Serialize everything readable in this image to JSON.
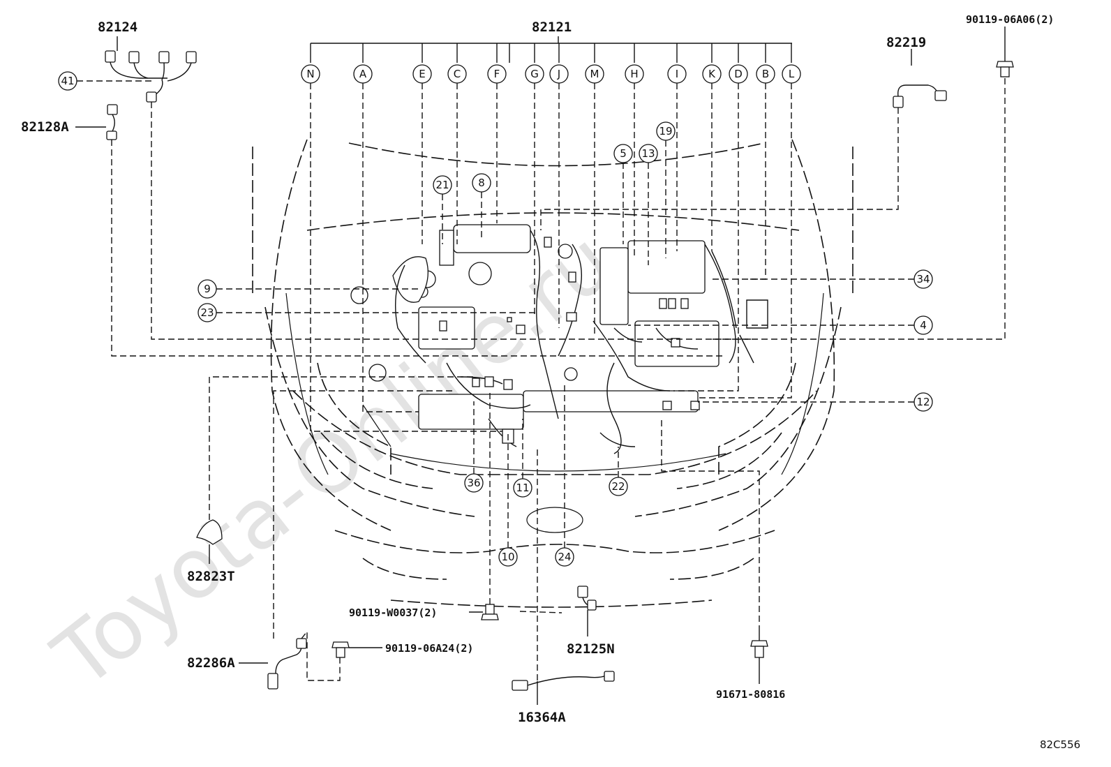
{
  "watermark": "Toyota-Online.ru",
  "diagram_code": "82C556",
  "part_numbers": {
    "main_harness": "82121",
    "harness_82124": "82124",
    "wire_82128A": "82128A",
    "wire_82219": "82219",
    "bolt_90119_06A06": "90119-06A06(2)",
    "clamp_82823T": "82823T",
    "bolt_90119_W0037": "90119-W0037(2)",
    "wire_82286A": "82286A",
    "bolt_90119_06A24": "90119-06A24(2)",
    "wire_82125N": "82125N",
    "wire_16364A": "16364A",
    "bolt_91671_80816": "91671-80816"
  },
  "letter_callouts": [
    "N",
    "A",
    "E",
    "C",
    "F",
    "G",
    "J",
    "M",
    "H",
    "I",
    "K",
    "D",
    "B",
    "L"
  ],
  "number_callouts": {
    "c41": "41",
    "c19": "19",
    "c5": "5",
    "c13": "13",
    "c21": "21",
    "c8": "8",
    "c9": "9",
    "c23": "23",
    "c34": "34",
    "c4": "4",
    "c12": "12",
    "c36": "36",
    "c11": "11",
    "c22": "22",
    "c10": "10",
    "c24": "24"
  }
}
